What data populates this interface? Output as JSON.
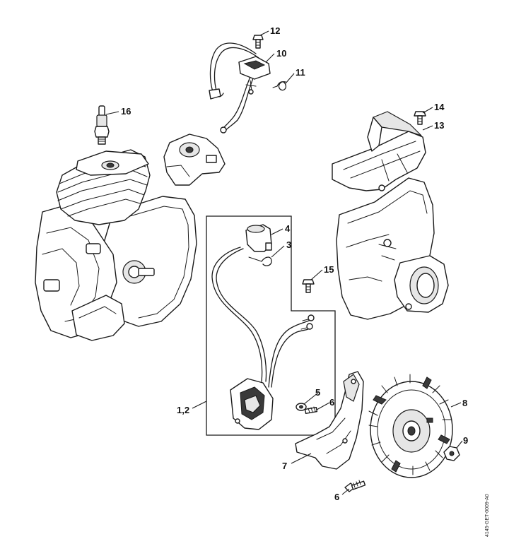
{
  "diagram": {
    "reference_code": "4145-GET-0009-A0",
    "callouts": [
      {
        "id": "c12",
        "label": "12"
      },
      {
        "id": "c10",
        "label": "10"
      },
      {
        "id": "c11",
        "label": "11"
      },
      {
        "id": "c16",
        "label": "16"
      },
      {
        "id": "c14",
        "label": "14"
      },
      {
        "id": "c13",
        "label": "13"
      },
      {
        "id": "c4",
        "label": "4"
      },
      {
        "id": "c3",
        "label": "3"
      },
      {
        "id": "c15",
        "label": "15"
      },
      {
        "id": "c12b",
        "label": "1,2"
      },
      {
        "id": "c5",
        "label": "5"
      },
      {
        "id": "c6a",
        "label": "6"
      },
      {
        "id": "c8",
        "label": "8"
      },
      {
        "id": "c9",
        "label": "9"
      },
      {
        "id": "c7",
        "label": "7"
      },
      {
        "id": "c6b",
        "label": "6"
      }
    ]
  }
}
